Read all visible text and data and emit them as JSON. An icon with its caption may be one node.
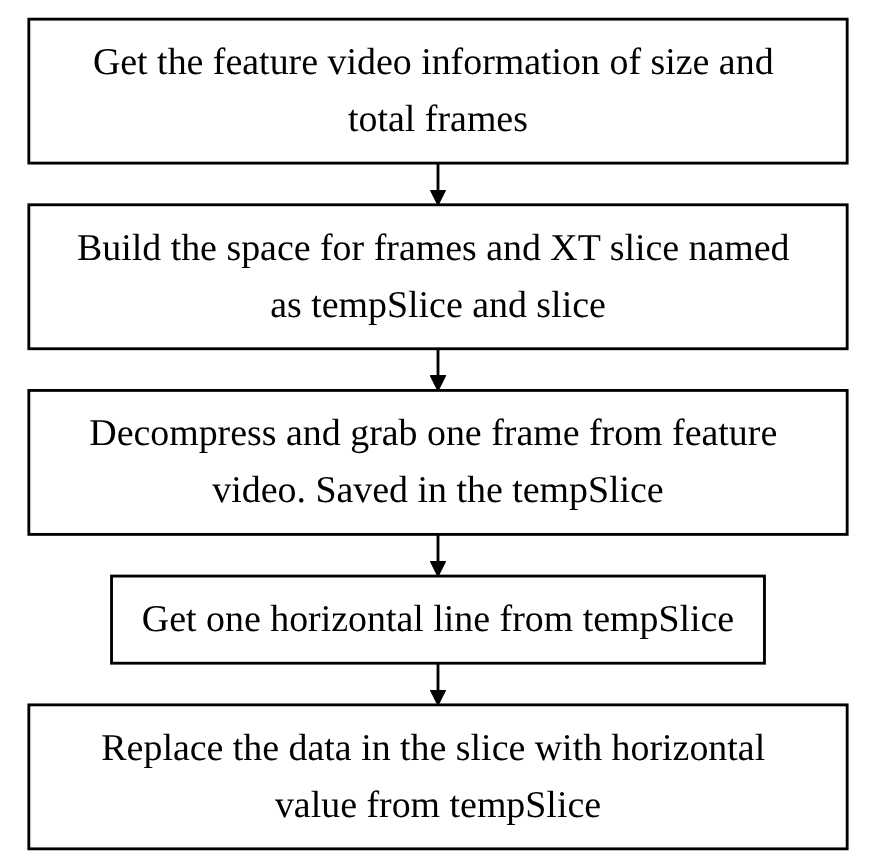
{
  "diagram": {
    "nodes": [
      {
        "text": [
          "Get the feature video information of size and total frames"
        ]
      },
      {
        "text": [
          "Build the space for frames and XT slice named as tempSlice and slice"
        ]
      },
      {
        "text": [
          "Decompress and grab one frame from feature video. Saved in the tempSlice"
        ]
      },
      {
        "text": [
          "Get one horizontal line from tempSlice"
        ]
      },
      {
        "text": [
          "Replace the data in the slice with horizontal value from tempSlice"
        ]
      }
    ],
    "edges": [
      {
        "from": 0,
        "to": 1,
        "arrow": "to"
      },
      {
        "from": 1,
        "to": 2,
        "arrow": "to"
      },
      {
        "from": 2,
        "to": 3,
        "arrow": "to"
      },
      {
        "from": 3,
        "to": 4,
        "arrow": "to"
      }
    ]
  }
}
